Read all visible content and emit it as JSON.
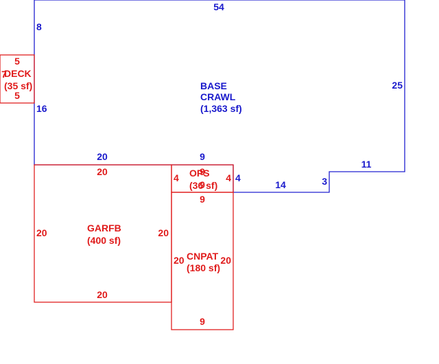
{
  "colors": {
    "base": "#1a1acc",
    "addon": "#e01b1b"
  },
  "base": {
    "name_line1": "BASE",
    "name_line2": "CRAWL",
    "area": "(1,363 sf)",
    "dims": {
      "top": "54",
      "left_upper": "8",
      "left_lower": "16",
      "right": "25",
      "bottom_left": "20",
      "bottom_mid": "9",
      "step_right": "4",
      "step_bottom": "14",
      "step_vertical": "3",
      "step_top": "11"
    }
  },
  "deck": {
    "name": "DECK",
    "area": "(35 sf)",
    "dim_top": "5",
    "dim_bottom": "5",
    "dim_left": "7"
  },
  "garage": {
    "name": "GARFB",
    "area": "(400 sf)",
    "dim_top": "20",
    "dim_left": "20",
    "dim_right": "20",
    "dim_bottom": "20"
  },
  "ops": {
    "name": "OPS",
    "area": "(36 sf)",
    "dim_left": "4",
    "dim_right": "4",
    "dim_top": "9",
    "dim_bottom": "9"
  },
  "cnpat": {
    "name": "CNPAT",
    "area": "(180 sf)",
    "dim_left": "20",
    "dim_right": "20",
    "dim_top": "9",
    "dim_bottom": "9"
  }
}
